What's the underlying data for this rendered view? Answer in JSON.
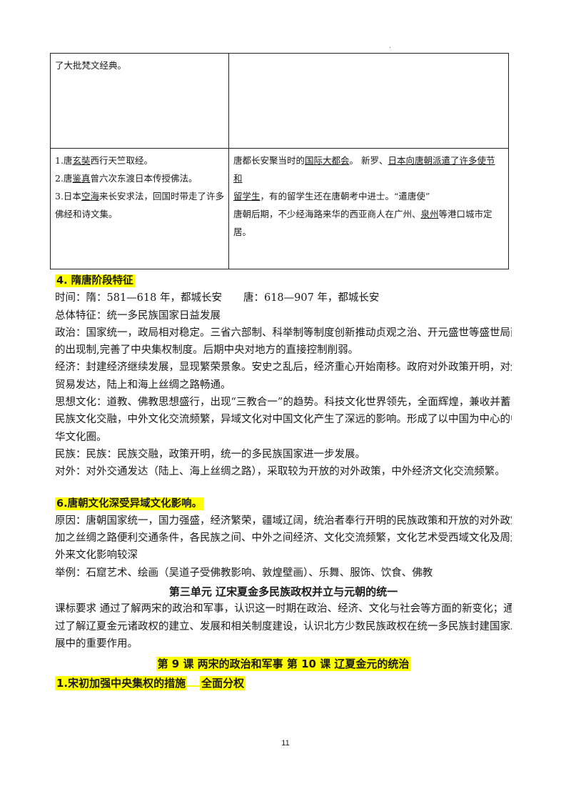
{
  "corner_mark": "·",
  "table": {
    "row1": {
      "left": "了大批梵文经典。",
      "right": ""
    },
    "row2": {
      "left": [
        {
          "pre": "1.唐",
          "u": "玄奘",
          "post": "西行天竺取经。"
        },
        {
          "pre": "2.唐",
          "u": "鉴真",
          "post": "曾六次东渡日本传授佛法。"
        },
        {
          "pre": "3.日本",
          "u": "空海",
          "post": "来长安求法，回国时带走了许多"
        },
        {
          "pre": "佛经和诗文集。",
          "u": "",
          "post": ""
        }
      ],
      "right": {
        "line1_a": "唐都长安聚当时的",
        "line1_u": "国际大都会",
        "line1_b": "。  新罗、",
        "line1_u2": "日本向唐朝派遣了许多使节和",
        "line2_u": "留学生",
        "line2_b": "，有的留学生还在唐朝考中进士。“遣唐使”",
        "line3_a": "唐朝后期，不少经海路来华的西亚商人在广州、",
        "line3_u": "泉州",
        "line3_b": "等港口城市定居。"
      }
    }
  },
  "section4": {
    "heading": "4. 隋唐阶段特征",
    "time_label": "时间：隋：581—618 年，都城长安",
    "time_tang": "唐：618—907 年，都城长安",
    "lines": [
      "总体特征：统一多民族国家日益发展",
      "政治：国家统一，政局相对稳定。三省六部制、科举制等制度创新推动贞观之治、开元盛世等盛世局面",
      "的出现制,完善了中央集权制度。后期中央对地方的直接控制削弱。",
      "经济：封建经济继续发展，显现繁荣景象。安史之乱后，经济重心开始南移。政府对外政策开明，对外",
      "贸易发达，陆上和海上丝绸之路畅通。",
      "思想文化：道教、佛教思想盛行，出现“三教合一”的趋势。科技文化世界领先，全面辉煌，兼收并蓄",
      "民族文化交融，中外文化交流频繁，异域文化对中国文化产生了深远的影响。形成了以中国为中心的中",
      "华文化圈。",
      "民族：民族：民族交融，政策开明，统一的多民族国家进一步发展。",
      "对外：对外交通发达（陆上、海上丝绸之路），采取较为开放的对外政策，中外经济文化交流频繁。"
    ]
  },
  "section6": {
    "heading": "6.唐朝文化深受异域文化影响。",
    "lines": [
      "原因：唐朝国家统一，国力强盛，经济繁荣，疆域辽阔，统治者奉行开明的民族政策和开放的对外政策，",
      "加之丝绸之路便利交通条件，各民族之间、中外之间经济、文化交流频繁，文化艺术受西域文化及周边",
      "外来文化影响较深",
      "举例：石窟艺术、绘画（吴道子受佛教影响、敦煌壁画）、乐舞、服饰、饮食、佛教"
    ]
  },
  "unit3": {
    "title": "第三单元    辽宋夏金多民族政权并立与元朝的统一",
    "lines": [
      "课标要求   通过了解两宋的政治和军事，认识这一时期在政治、经济、文化与社会等方面的新变化；通",
      "过了解辽夏金元诸政权的建立、发展和相关制度建设，认识北方少数民族政权在统一多民族封建国家发",
      "展中的重要作用。"
    ]
  },
  "lesson_title": "第 9 课  两宋的政治和军事  第 10 课  辽夏金元的统治",
  "point1": {
    "a": "1.宋初加强中央集权的措施",
    "b": "全面分权"
  },
  "page_number": "11"
}
